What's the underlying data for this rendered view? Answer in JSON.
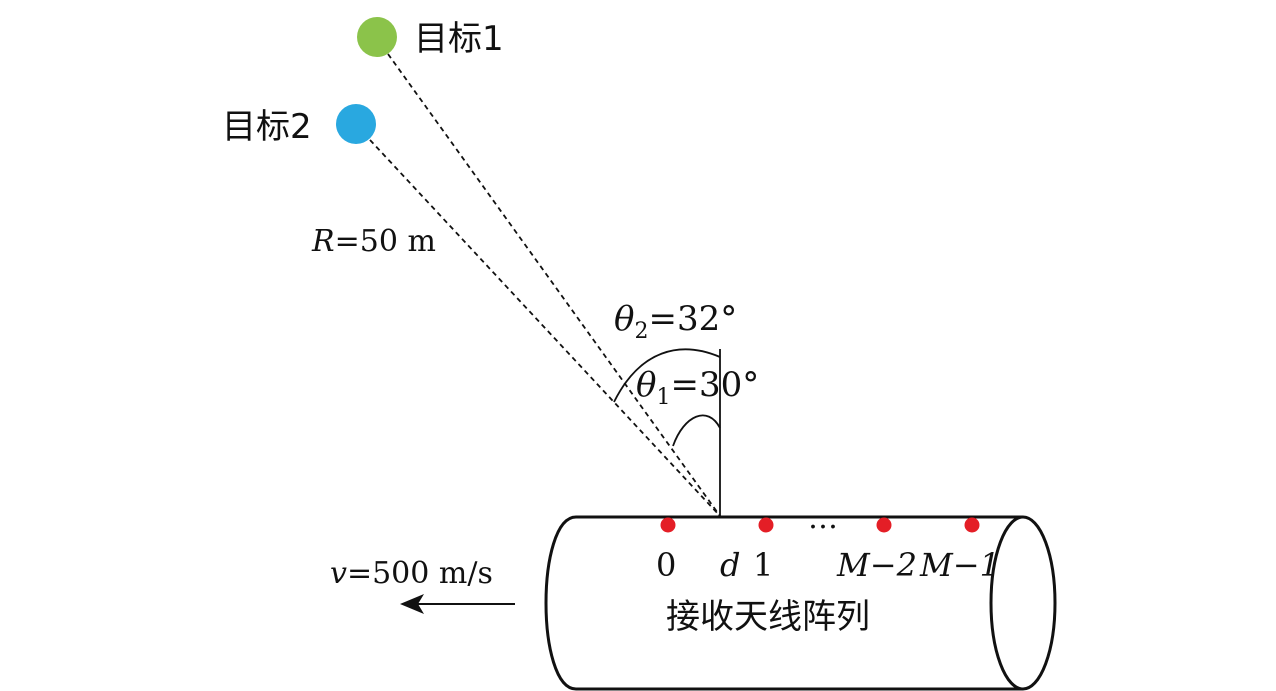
{
  "targets": [
    {
      "label": "目标1",
      "color": "#8bc34a"
    },
    {
      "label": "目标2",
      "color": "#29a8e0"
    }
  ],
  "range_label": {
    "var": "R",
    "rest": "=50 m"
  },
  "angles": [
    {
      "sym": "θ",
      "sub": "2",
      "rest": "=32°"
    },
    {
      "sym": "θ",
      "sub": "1",
      "rest": "=30°"
    }
  ],
  "velocity_label": {
    "var": "v",
    "rest": "=500 m/s"
  },
  "array_label": "接收天线阵列",
  "element_color": "#e41e26",
  "elements": [
    {
      "label": "0",
      "italic": false
    },
    {
      "label": "1",
      "italic": false
    },
    {
      "label": "M−2",
      "italic": true
    },
    {
      "label": "M−1",
      "italic": true
    }
  ],
  "spacing_label": "d",
  "ellipsis": "…"
}
